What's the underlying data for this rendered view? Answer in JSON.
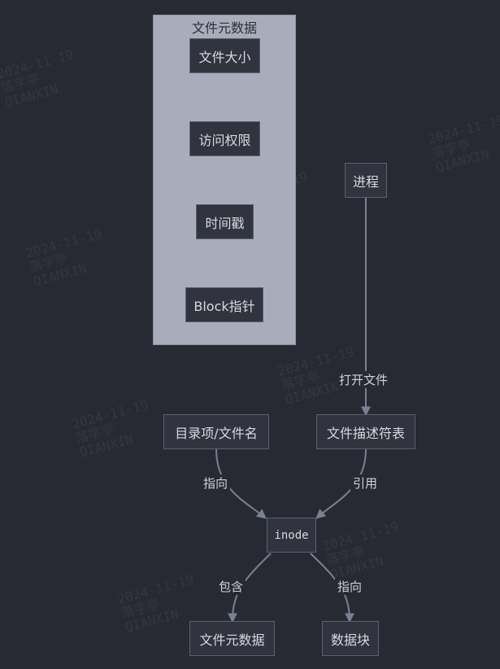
{
  "watermark": {
    "date": "2024-11-19",
    "name": "落字亭",
    "brand": "QIANXIN"
  },
  "cluster": {
    "title": "文件元数据",
    "items": [
      "文件大小",
      "访问权限",
      "时间戳",
      "Block指针"
    ]
  },
  "nodes": {
    "process": "进程",
    "dir_entry": "目录项/文件名",
    "fd_table": "文件描述符表",
    "inode": "inode",
    "metadata": "文件元数据",
    "data_block": "数据块"
  },
  "edges": {
    "open_file": "打开文件",
    "points_to": "指向",
    "reference": "引用",
    "contains": "包含",
    "points_to_2": "指向"
  },
  "colors": {
    "background": "#272a33",
    "cluster_fill": "#a9adbb",
    "node_fill": "#31343f",
    "node_border": "#5b6072",
    "edge": "#7b8092"
  }
}
